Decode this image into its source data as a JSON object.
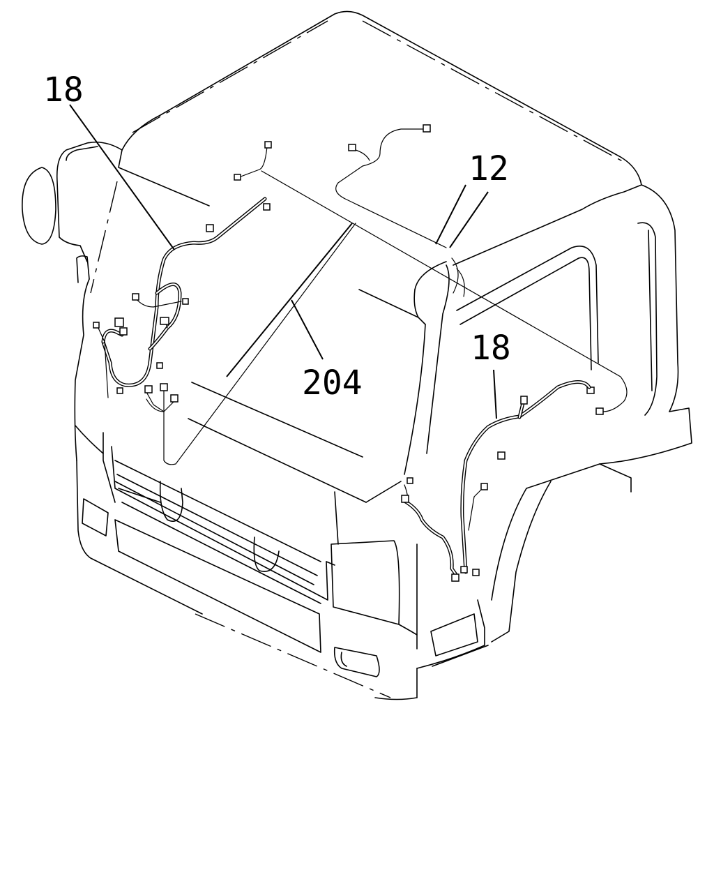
{
  "callouts": {
    "harness_left": "18",
    "harness_roof": "12",
    "harness_center": "204",
    "harness_right": "18"
  }
}
